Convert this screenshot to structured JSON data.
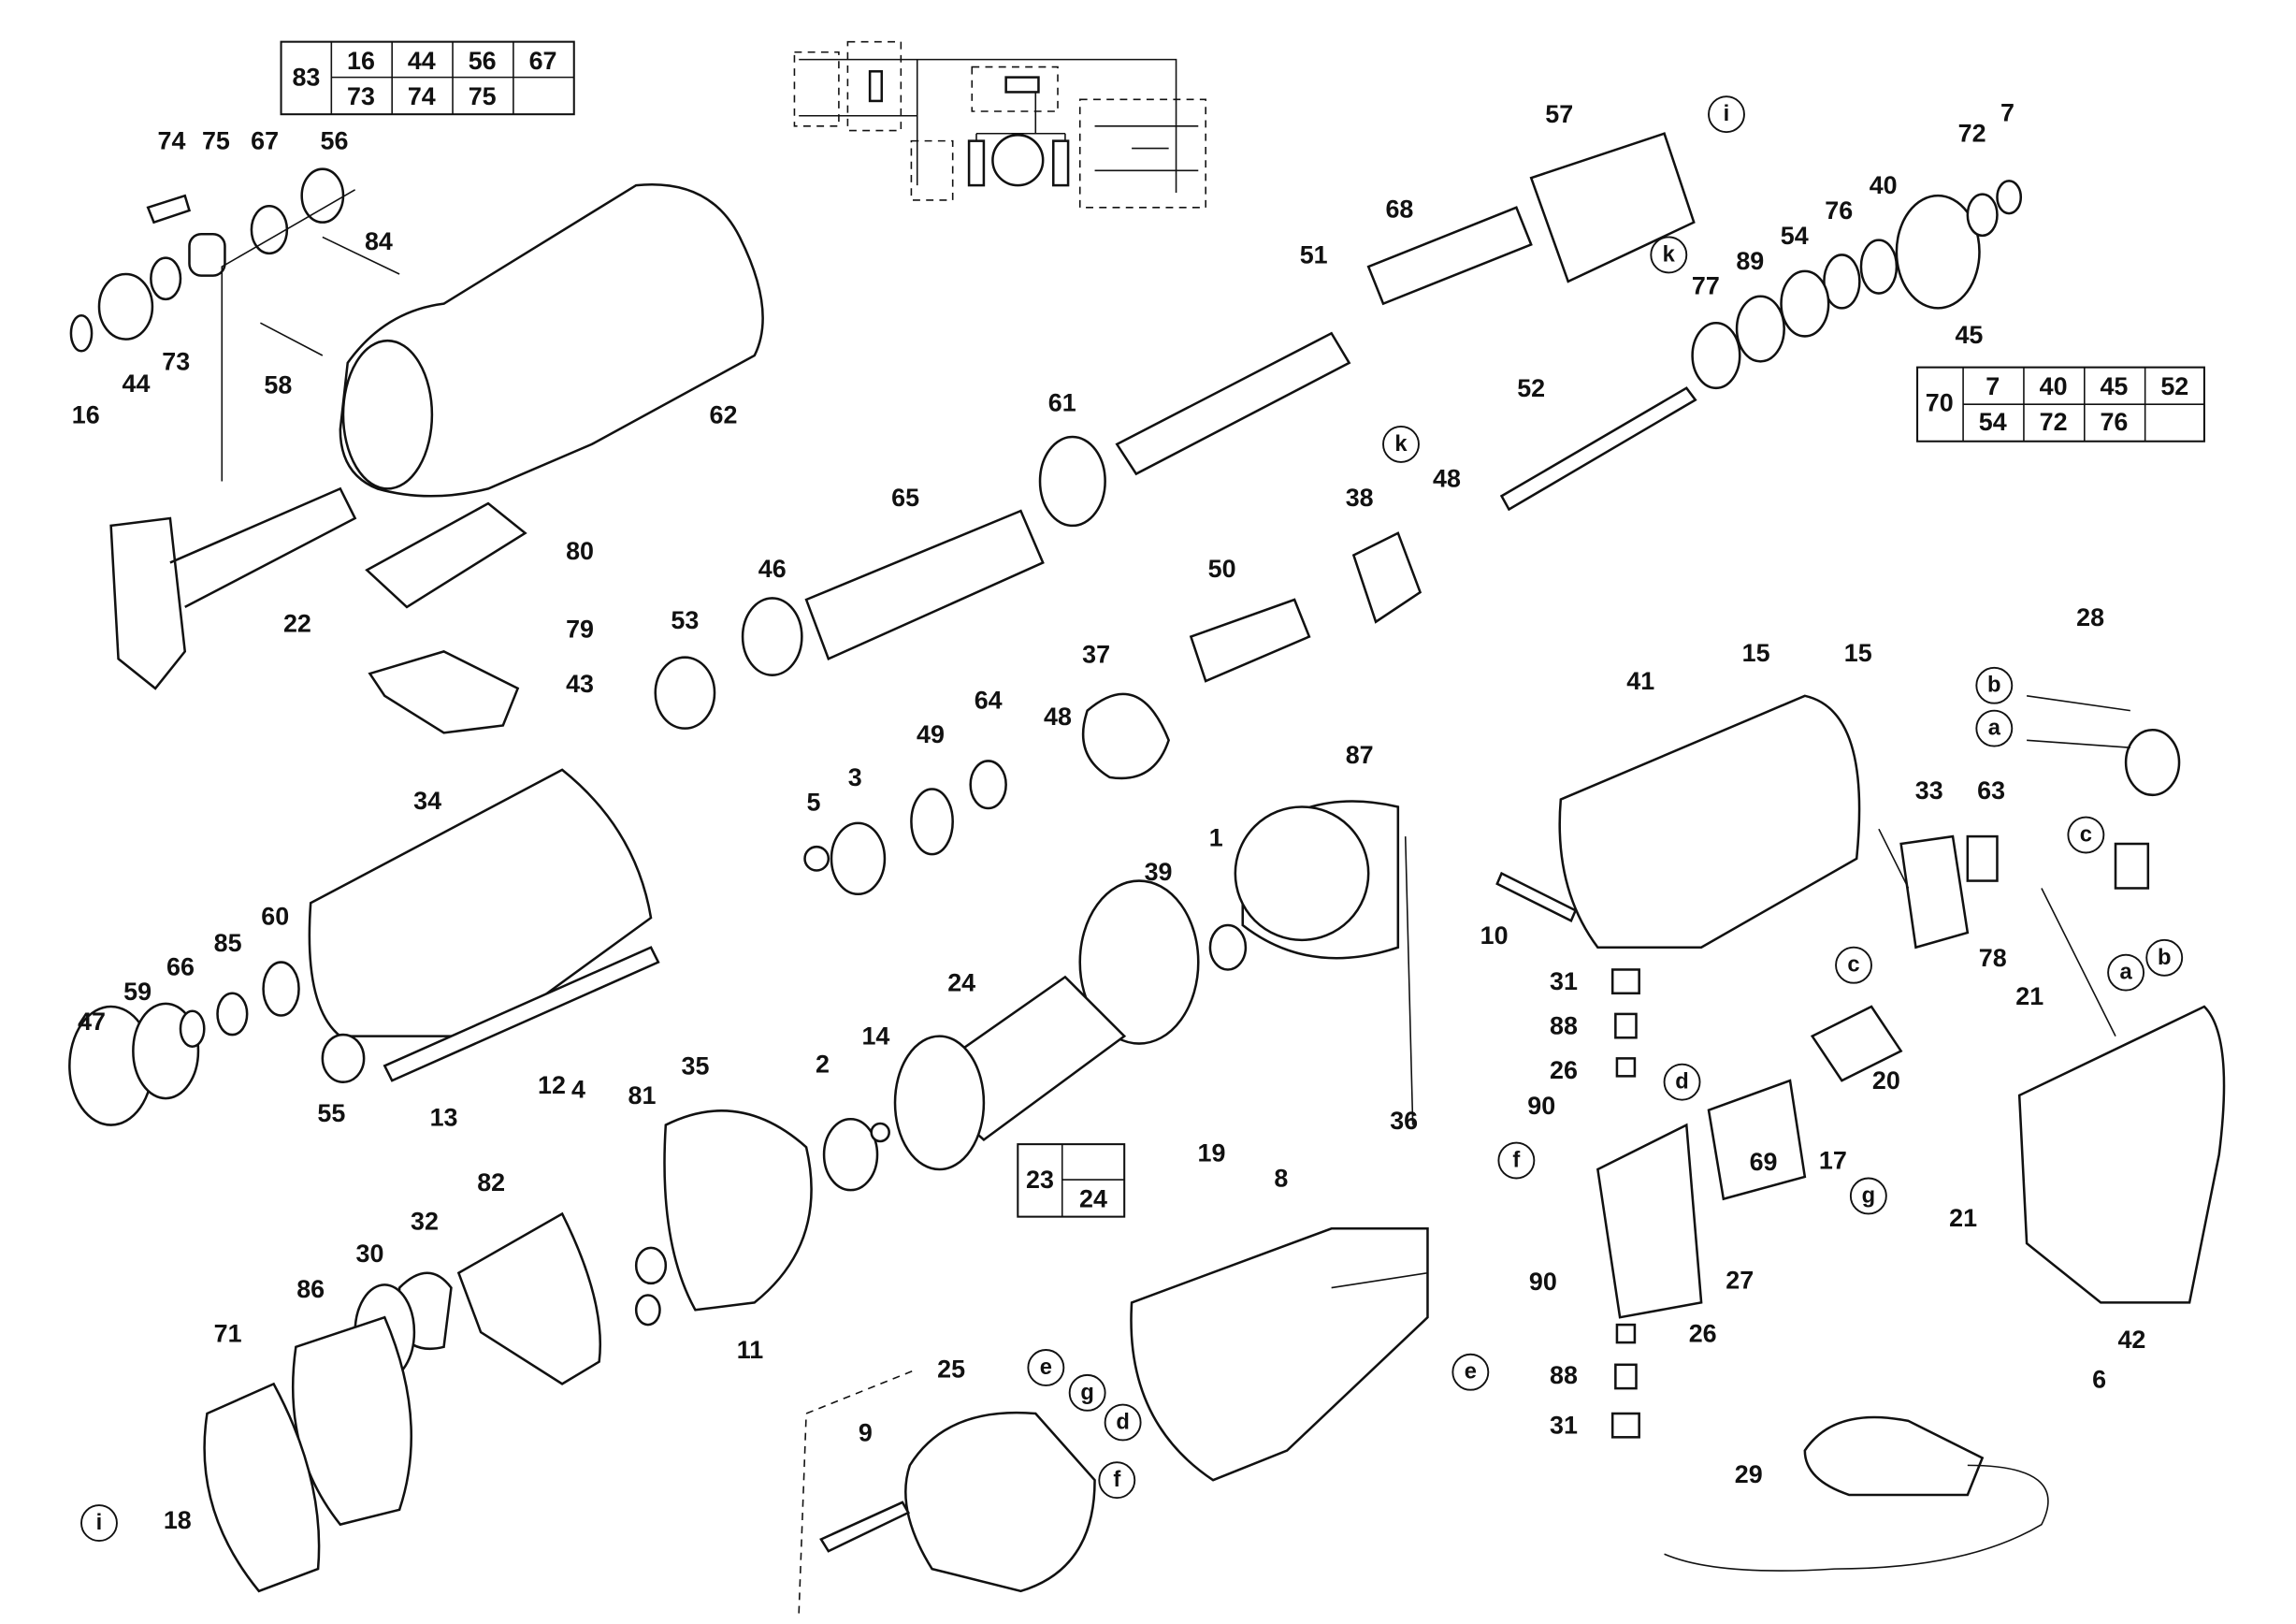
{
  "labels": [
    "74",
    "75",
    "67",
    "56",
    "84",
    "16",
    "44",
    "73",
    "58",
    "62",
    "22",
    "80",
    "79",
    "43",
    "57",
    "68",
    "51",
    "72",
    "7",
    "40",
    "76",
    "54",
    "89",
    "77",
    "45",
    "61",
    "52",
    "48",
    "38",
    "65",
    "50",
    "46",
    "53",
    "37",
    "15",
    "15",
    "28",
    "41",
    "87",
    "64",
    "49",
    "48",
    "3",
    "5",
    "34",
    "39",
    "1",
    "33",
    "63",
    "10",
    "24",
    "60",
    "85",
    "66",
    "59",
    "47",
    "55",
    "13",
    "12",
    "14",
    "2",
    "35",
    "81",
    "4",
    "31",
    "88",
    "26",
    "90",
    "78",
    "21",
    "20",
    "17",
    "69",
    "21",
    "42",
    "6",
    "36",
    "19",
    "8",
    "27",
    "26",
    "90",
    "88",
    "31",
    "82",
    "32",
    "30",
    "86",
    "71",
    "11",
    "25",
    "9",
    "18",
    "29"
  ],
  "circle_labels": [
    "i",
    "k",
    "k",
    "b",
    "a",
    "c",
    "b",
    "a",
    "c",
    "d",
    "f",
    "g",
    "e",
    "e",
    "g",
    "d",
    "f",
    "i"
  ],
  "kit_table_83": {
    "key": "83",
    "rows": [
      [
        "16",
        "44",
        "56",
        "67"
      ],
      [
        "73",
        "74",
        "75",
        ""
      ]
    ]
  },
  "kit_table_70": {
    "key": "70",
    "rows": [
      [
        "7",
        "40",
        "45",
        "52"
      ],
      [
        "54",
        "72",
        "76",
        ""
      ]
    ]
  },
  "kit_table_23": {
    "key": "23",
    "rows": [
      [
        "24"
      ]
    ]
  }
}
